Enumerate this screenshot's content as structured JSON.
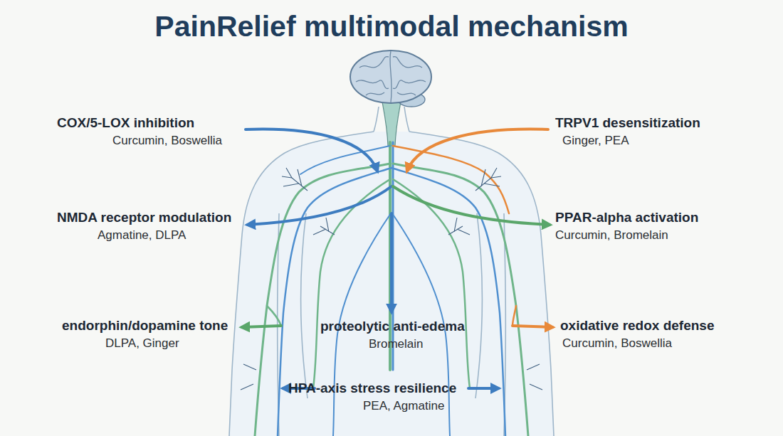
{
  "diagram": {
    "title": "PainRelief multimodal mechanism",
    "labels": [
      "COX/5-LOX inhibition",
      "Curcumin, Boswellia",
      "TRPV1 desensitization",
      "Ginger, PEA",
      "NMDA receptor modulation",
      "Agmatine, DLPA",
      "PPAR-alpha activation",
      "Curcumin, Bromelain",
      "endorphin/dopamine tone",
      "DLPA, Ginger",
      "proteolytic anti-edema",
      "Bromelain",
      "oxidative redox defense",
      "Curcumin, Boswellia",
      "HPA-axis stress resilience",
      "PEA, Agmatine"
    ]
  }
}
